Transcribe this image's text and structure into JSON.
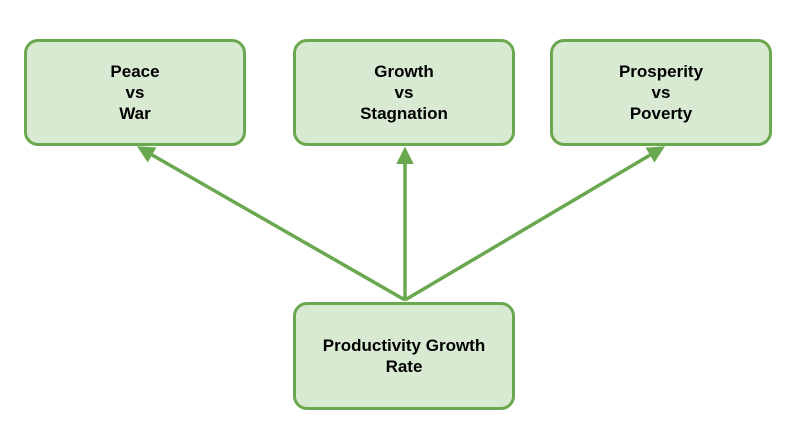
{
  "diagram": {
    "colors": {
      "node_fill": "#d9ead3",
      "node_border": "#6aa84f",
      "arrow": "#6aa84f",
      "text": "#000000"
    },
    "top_nodes": [
      {
        "lines": [
          "Peace",
          "vs",
          "War"
        ]
      },
      {
        "lines": [
          "Growth",
          "vs",
          "Stagnation"
        ]
      },
      {
        "lines": [
          "Prosperity",
          "vs",
          "Poverty"
        ]
      }
    ],
    "source_node": {
      "lines": [
        "Productivity Growth",
        "Rate"
      ]
    }
  }
}
